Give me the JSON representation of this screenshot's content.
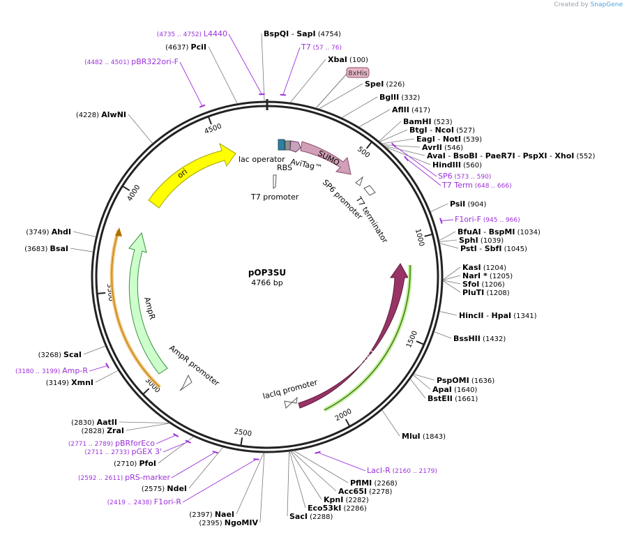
{
  "watermark": {
    "prefix": "Created by",
    "brand": "SnapGene"
  },
  "plasmid": {
    "name": "pOP3SU",
    "length_label": "4766 bp",
    "length": 4766
  },
  "ticks": [
    {
      "label": "500",
      "pos": 500
    },
    {
      "label": "1000",
      "pos": 1000
    },
    {
      "label": "1500",
      "pos": 1500
    },
    {
      "label": "2000",
      "pos": 2000
    },
    {
      "label": "2500",
      "pos": 2500
    },
    {
      "label": "3000",
      "pos": 3000
    },
    {
      "label": "3500",
      "pos": 3500
    },
    {
      "label": "4000",
      "pos": 4000
    },
    {
      "label": "4500",
      "pos": 4500
    }
  ],
  "sites": [
    {
      "parts": [
        {
          "name": "BspQI"
        },
        {
          "name": "SapI"
        }
      ],
      "pos": 4754,
      "pos_label": "(4754)",
      "side": "right"
    },
    {
      "parts": [
        {
          "name": "XbaI"
        }
      ],
      "pos": 100,
      "pos_label": "(100)",
      "side": "right"
    },
    {
      "parts": [
        {
          "name": "SpeI"
        }
      ],
      "pos": 226,
      "pos_label": "(226)",
      "side": "right"
    },
    {
      "parts": [
        {
          "name": "BglII"
        }
      ],
      "pos": 332,
      "pos_label": "(332)",
      "side": "right"
    },
    {
      "parts": [
        {
          "name": "AflII"
        }
      ],
      "pos": 417,
      "pos_label": "(417)",
      "side": "right"
    },
    {
      "parts": [
        {
          "name": "BamHI"
        }
      ],
      "pos": 523,
      "pos_label": "(523)",
      "side": "right"
    },
    {
      "parts": [
        {
          "name": "BtgI"
        },
        {
          "name": "NcoI"
        }
      ],
      "pos": 527,
      "pos_label": "(527)",
      "side": "right"
    },
    {
      "parts": [
        {
          "name": "EagI"
        },
        {
          "name": "NotI"
        }
      ],
      "pos": 539,
      "pos_label": "(539)",
      "side": "right"
    },
    {
      "parts": [
        {
          "name": "AvrII"
        }
      ],
      "pos": 546,
      "pos_label": "(546)",
      "side": "right"
    },
    {
      "parts": [
        {
          "name": "AvaI"
        },
        {
          "name": "BsoBI"
        },
        {
          "name": "PaeR7I"
        },
        {
          "name": "PspXI"
        },
        {
          "name": "XhoI"
        }
      ],
      "pos": 552,
      "pos_label": "(552)",
      "side": "right"
    },
    {
      "parts": [
        {
          "name": "HindIII"
        }
      ],
      "pos": 560,
      "pos_label": "(560)",
      "side": "right"
    },
    {
      "parts": [
        {
          "name": "PsiI"
        }
      ],
      "pos": 904,
      "pos_label": "(904)",
      "side": "right"
    },
    {
      "parts": [
        {
          "name": "BfuAI"
        },
        {
          "name": "BspMI"
        }
      ],
      "pos": 1034,
      "pos_label": "(1034)",
      "side": "right"
    },
    {
      "parts": [
        {
          "name": "SphI"
        }
      ],
      "pos": 1039,
      "pos_label": "(1039)",
      "side": "right"
    },
    {
      "parts": [
        {
          "name": "PstI"
        },
        {
          "name": "SbfI"
        }
      ],
      "pos": 1045,
      "pos_label": "(1045)",
      "side": "right"
    },
    {
      "parts": [
        {
          "name": "KasI"
        }
      ],
      "pos": 1204,
      "pos_label": "(1204)",
      "side": "right"
    },
    {
      "parts": [
        {
          "name": "NarI *"
        }
      ],
      "pos": 1205,
      "pos_label": "(1205)",
      "side": "right"
    },
    {
      "parts": [
        {
          "name": "SfoI"
        }
      ],
      "pos": 1206,
      "pos_label": "(1206)",
      "side": "right"
    },
    {
      "parts": [
        {
          "name": "PluTI"
        }
      ],
      "pos": 1208,
      "pos_label": "(1208)",
      "side": "right"
    },
    {
      "parts": [
        {
          "name": "HincII"
        },
        {
          "name": "HpaI"
        }
      ],
      "pos": 1341,
      "pos_label": "(1341)",
      "side": "right"
    },
    {
      "parts": [
        {
          "name": "BssHII"
        }
      ],
      "pos": 1432,
      "pos_label": "(1432)",
      "side": "right"
    },
    {
      "parts": [
        {
          "name": "PspOMI"
        }
      ],
      "pos": 1636,
      "pos_label": "(1636)",
      "side": "right"
    },
    {
      "parts": [
        {
          "name": "ApaI"
        }
      ],
      "pos": 1640,
      "pos_label": "(1640)",
      "side": "right"
    },
    {
      "parts": [
        {
          "name": "BstEII"
        }
      ],
      "pos": 1661,
      "pos_label": "(1661)",
      "side": "right"
    },
    {
      "parts": [
        {
          "name": "MluI"
        }
      ],
      "pos": 1843,
      "pos_label": "(1843)",
      "side": "right"
    },
    {
      "parts": [
        {
          "name": "PflMI"
        }
      ],
      "pos": 2268,
      "pos_label": "(2268)",
      "side": "right"
    },
    {
      "parts": [
        {
          "name": "Acc65I"
        }
      ],
      "pos": 2278,
      "pos_label": "(2278)",
      "side": "right"
    },
    {
      "parts": [
        {
          "name": "KpnI"
        }
      ],
      "pos": 2282,
      "pos_label": "(2282)",
      "side": "right"
    },
    {
      "parts": [
        {
          "name": "Eco53kI"
        }
      ],
      "pos": 2286,
      "pos_label": "(2286)",
      "side": "right"
    },
    {
      "parts": [
        {
          "name": "SacI"
        }
      ],
      "pos": 2288,
      "pos_label": "(2288)",
      "side": "right"
    },
    {
      "parts": [
        {
          "name": "NaeI"
        }
      ],
      "pos": 2397,
      "pos_label": "(2397)",
      "side": "left"
    },
    {
      "parts": [
        {
          "name": "NgoMIV"
        }
      ],
      "pos": 2395,
      "pos_label": "(2395)",
      "side": "left"
    },
    {
      "parts": [
        {
          "name": "NdeI"
        }
      ],
      "pos": 2575,
      "pos_label": "(2575)",
      "side": "left"
    },
    {
      "parts": [
        {
          "name": "PfoI"
        }
      ],
      "pos": 2710,
      "pos_label": "(2710)",
      "side": "left"
    },
    {
      "parts": [
        {
          "name": "ZraI"
        }
      ],
      "pos": 2828,
      "pos_label": "(2828)",
      "side": "left"
    },
    {
      "parts": [
        {
          "name": "AatII"
        }
      ],
      "pos": 2830,
      "pos_label": "(2830)",
      "side": "left"
    },
    {
      "parts": [
        {
          "name": "XmnI"
        }
      ],
      "pos": 3149,
      "pos_label": "(3149)",
      "side": "left"
    },
    {
      "parts": [
        {
          "name": "ScaI"
        }
      ],
      "pos": 3268,
      "pos_label": "(3268)",
      "side": "left"
    },
    {
      "parts": [
        {
          "name": "BsaI"
        }
      ],
      "pos": 3683,
      "pos_label": "(3683)",
      "side": "left"
    },
    {
      "parts": [
        {
          "name": "AhdI"
        }
      ],
      "pos": 3749,
      "pos_label": "(3749)",
      "side": "left"
    },
    {
      "parts": [
        {
          "name": "AlwNI"
        }
      ],
      "pos": 4228,
      "pos_label": "(4228)",
      "side": "left"
    },
    {
      "parts": [
        {
          "name": "PciI"
        }
      ],
      "pos": 4637,
      "pos_label": "(4637)",
      "side": "left"
    }
  ],
  "primers": [
    {
      "name": "L4440",
      "range": "(4735 .. 4752)",
      "pos": 4744,
      "side": "left"
    },
    {
      "name": "T7",
      "range": "(57 .. 76)",
      "pos": 66,
      "side": "right"
    },
    {
      "name": "pBR322ori-F",
      "range": "(4482 .. 4501)",
      "pos": 4491,
      "side": "left"
    },
    {
      "name": "SP6",
      "range": "(573 .. 590)",
      "pos": 581,
      "side": "right"
    },
    {
      "name": "T7 Term",
      "range": "(648 .. 666)",
      "pos": 657,
      "side": "right"
    },
    {
      "name": "F1ori-F",
      "range": "(945 .. 966)",
      "pos": 955,
      "side": "right"
    },
    {
      "name": "LacI-R",
      "range": "(2160 .. 2179)",
      "pos": 2170,
      "side": "right"
    },
    {
      "name": "F1ori-R",
      "range": "(2419 .. 2438)",
      "pos": 2428,
      "side": "left"
    },
    {
      "name": "pRS-marker",
      "range": "(2592 .. 2611)",
      "pos": 2601,
      "side": "left"
    },
    {
      "name": "pGEX 3'",
      "range": "(2711 .. 2733)",
      "pos": 2722,
      "side": "left"
    },
    {
      "name": "pBRforEco",
      "range": "(2771 .. 2789)",
      "pos": 2780,
      "side": "left"
    },
    {
      "name": "Amp-R",
      "range": "(3180 .. 3199)",
      "pos": 3190,
      "side": "left"
    }
  ],
  "features": [
    {
      "name": "ori",
      "start": 4000,
      "end": 4580,
      "direction": "cw",
      "color": "#ffff00",
      "stroke": "#b5b500"
    },
    {
      "name": "SUMO",
      "start": 232,
      "end": 520,
      "direction": "cw",
      "color": "#d19fb7",
      "stroke": "#8a4d6a"
    },
    {
      "name": "lacI",
      "start": 1320,
      "end": 2000,
      "direction": "ccw",
      "color": "#993366",
      "stroke": "#5b1d3c"
    },
    {
      "name": "AmpR",
      "start": 3000,
      "end": 3700,
      "direction": "ccw",
      "color": "#ccffcc",
      "stroke": "#3f8f3f"
    },
    {
      "name": "AviTag™",
      "start": 150,
      "end": 205,
      "direction": "cw",
      "color": "#c9a2bd",
      "stroke": "#6a4060"
    },
    {
      "name": "lac operator",
      "start": 74,
      "end": 100,
      "direction": "none",
      "color": "#2f7f9f",
      "stroke": "#1e4f63"
    },
    {
      "name": "RBS",
      "start": 110,
      "end": 130,
      "direction": "none",
      "color": "#8f8f8f",
      "stroke": "#555555"
    }
  ],
  "feature_labels": [
    {
      "text": "lac operator"
    },
    {
      "text": "RBS"
    },
    {
      "text": "AviTag™"
    },
    {
      "text": "SUMO"
    },
    {
      "text": "T7 promoter"
    },
    {
      "text": "SP6 promoter"
    },
    {
      "text": "T7 terminator"
    },
    {
      "text": "ori"
    },
    {
      "text": "AmpR"
    },
    {
      "text": "AmpR promoter"
    },
    {
      "text": "lacI"
    },
    {
      "text": "lacIq promoter"
    }
  ],
  "tags": [
    {
      "name": "8xHis"
    }
  ],
  "colors": {
    "backbone": "#222222",
    "primer": "#9b30d9",
    "leader": "#777777",
    "his_tag": "#e8b7c6"
  }
}
